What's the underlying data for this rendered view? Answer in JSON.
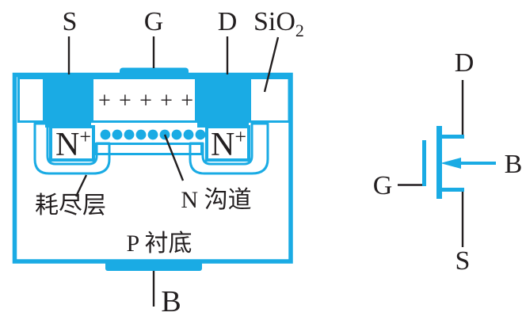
{
  "colors": {
    "accent": "#1AABE4",
    "ink": "#231F20"
  },
  "cross_section": {
    "source_label": "S",
    "gate_label": "G",
    "drain_label": "D",
    "body_label": "B",
    "oxide_label": {
      "base": "SiO",
      "sub": "2"
    },
    "n_plus": {
      "base": "N",
      "sup": "+"
    },
    "gate_charges": "+ + + + +",
    "channel_electron_count": 9,
    "depletion_label": "耗尽层",
    "channel_label": "N 沟道",
    "substrate_label": "P 衬底"
  },
  "symbol": {
    "drain_label": "D",
    "body_label": "B",
    "gate_label": "G",
    "source_label": "S"
  }
}
